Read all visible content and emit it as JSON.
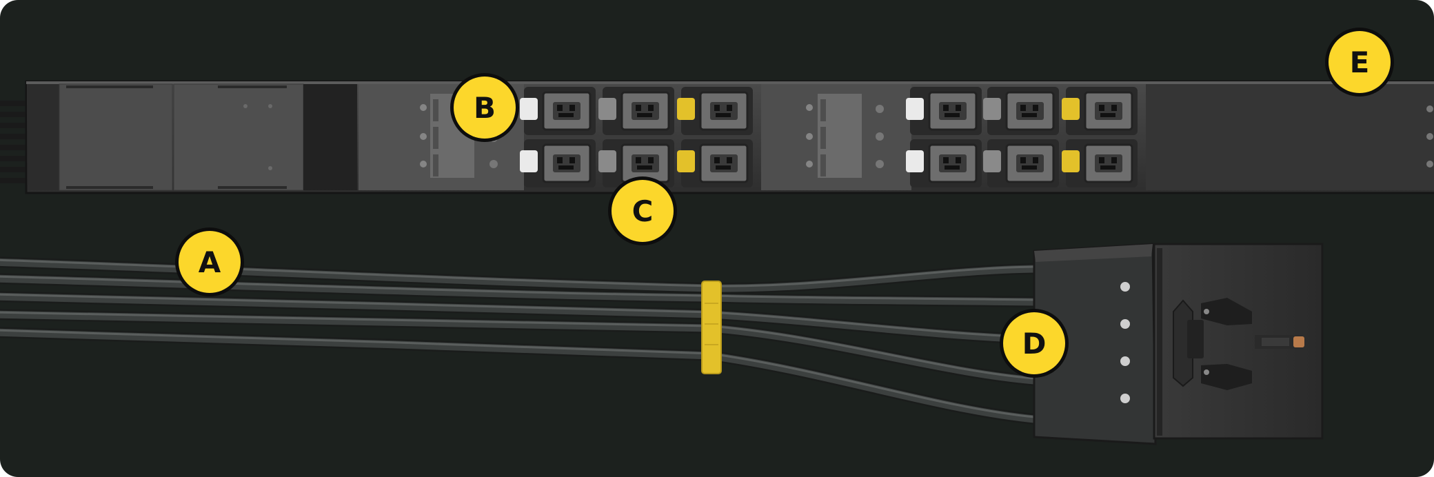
{
  "labels": {
    "cables": "A",
    "breakers": "B",
    "outlets": "C",
    "connector": "D",
    "strip_end": "E"
  },
  "colors": {
    "background": "#1c211e",
    "badge_fill": "#fcd72b",
    "badge_border": "#0d0d0d",
    "cable": "#3a3d3c",
    "strip_body": "#3d3d3d",
    "outlet_lock_white": "#e8e8e8",
    "outlet_lock_gray": "#8a8a8a",
    "outlet_lock_yellow": "#e3c12a"
  },
  "icons": [
    "power-strip",
    "power-cable-bundle",
    "cable-tie",
    "power-connector",
    "circuit-breaker",
    "c19-outlet"
  ]
}
